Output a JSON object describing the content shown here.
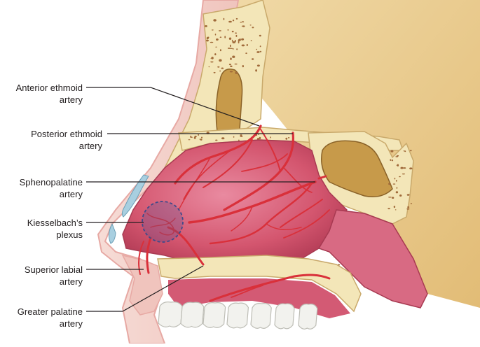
{
  "labels": [
    {
      "id": "anterior-ethmoid-artery",
      "line1": "Anterior ethmoid",
      "line2": "artery"
    },
    {
      "id": "posterior-ethmoid-artery",
      "line1": "Posterior ethmoid",
      "line2": "artery"
    },
    {
      "id": "sphenopalatine-artery",
      "line1": "Sphenopalatine",
      "line2": "artery"
    },
    {
      "id": "kiesselbachs-plexus",
      "line1": "Kiesselbach’s",
      "line2": "plexus"
    },
    {
      "id": "superior-labial-artery",
      "line1": "Superior labial",
      "line2": "artery"
    },
    {
      "id": "greater-palatine-artery",
      "line1": "Greater palatine",
      "line2": "artery"
    }
  ],
  "colors": {
    "skin": "#f4d5cf",
    "skin_edge": "#e7a9a4",
    "bone": "#f3e6b8",
    "bone_pore": "#a06a3a",
    "brain_tan": "#e8c98a",
    "mucosa": "#d4566f",
    "mucosa_light": "#e98aa0",
    "artery": "#d9303a",
    "artery_dark": "#a61e28",
    "cartilage": "#a8cfe0",
    "teeth": "#f2f2ee",
    "leader": "#231f20"
  }
}
